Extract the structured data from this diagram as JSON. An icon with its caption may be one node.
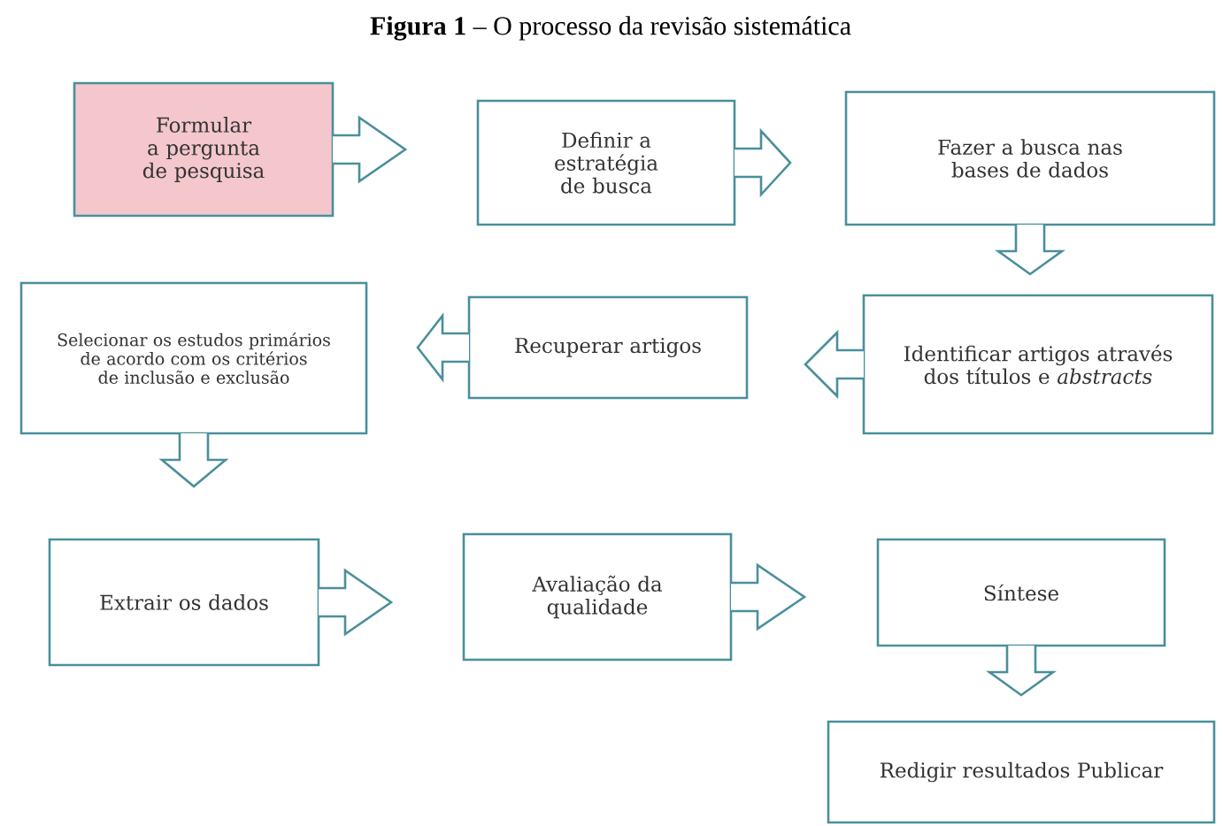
{
  "diagram": {
    "title": "**Figura 1** – O processo da revisão sistemática",
    "nodes": [
      {
        "text": [
          "Formular a pergunta de pesquisa"
        ]
      },
      {
        "text": [
          "Definir a estratégia de busca"
        ]
      },
      {
        "text": [
          "Fazer a busca nas bases de dados"
        ]
      },
      {
        "text": [
          "Identificar artigos através dos títulos e *abstracts*"
        ]
      },
      {
        "text": [
          "Recuperar artigos"
        ]
      },
      {
        "text": [
          "Selecionar os estudos primários de acordo com os critérios de inclusão e exclusão"
        ]
      },
      {
        "text": [
          "Extrair os dados"
        ]
      },
      {
        "text": [
          "Avaliação da qualidade"
        ]
      },
      {
        "text": [
          "Síntese"
        ]
      },
      {
        "text": [
          "Redigir resultados Publicar"
        ]
      }
    ],
    "edges": [
      {
        "from": 0,
        "to": 1,
        "arrow": "to"
      },
      {
        "from": 1,
        "to": 2,
        "arrow": "to"
      },
      {
        "from": 2,
        "to": 3,
        "arrow": "to"
      },
      {
        "from": 3,
        "to": 4,
        "arrow": "to"
      },
      {
        "from": 4,
        "to": 5,
        "arrow": "to"
      },
      {
        "from": 5,
        "to": 6,
        "arrow": "to"
      },
      {
        "from": 6,
        "to": 7,
        "arrow": "to"
      },
      {
        "from": 7,
        "to": 8,
        "arrow": "to"
      },
      {
        "from": 8,
        "to": 9,
        "arrow": "to"
      }
    ]
  }
}
